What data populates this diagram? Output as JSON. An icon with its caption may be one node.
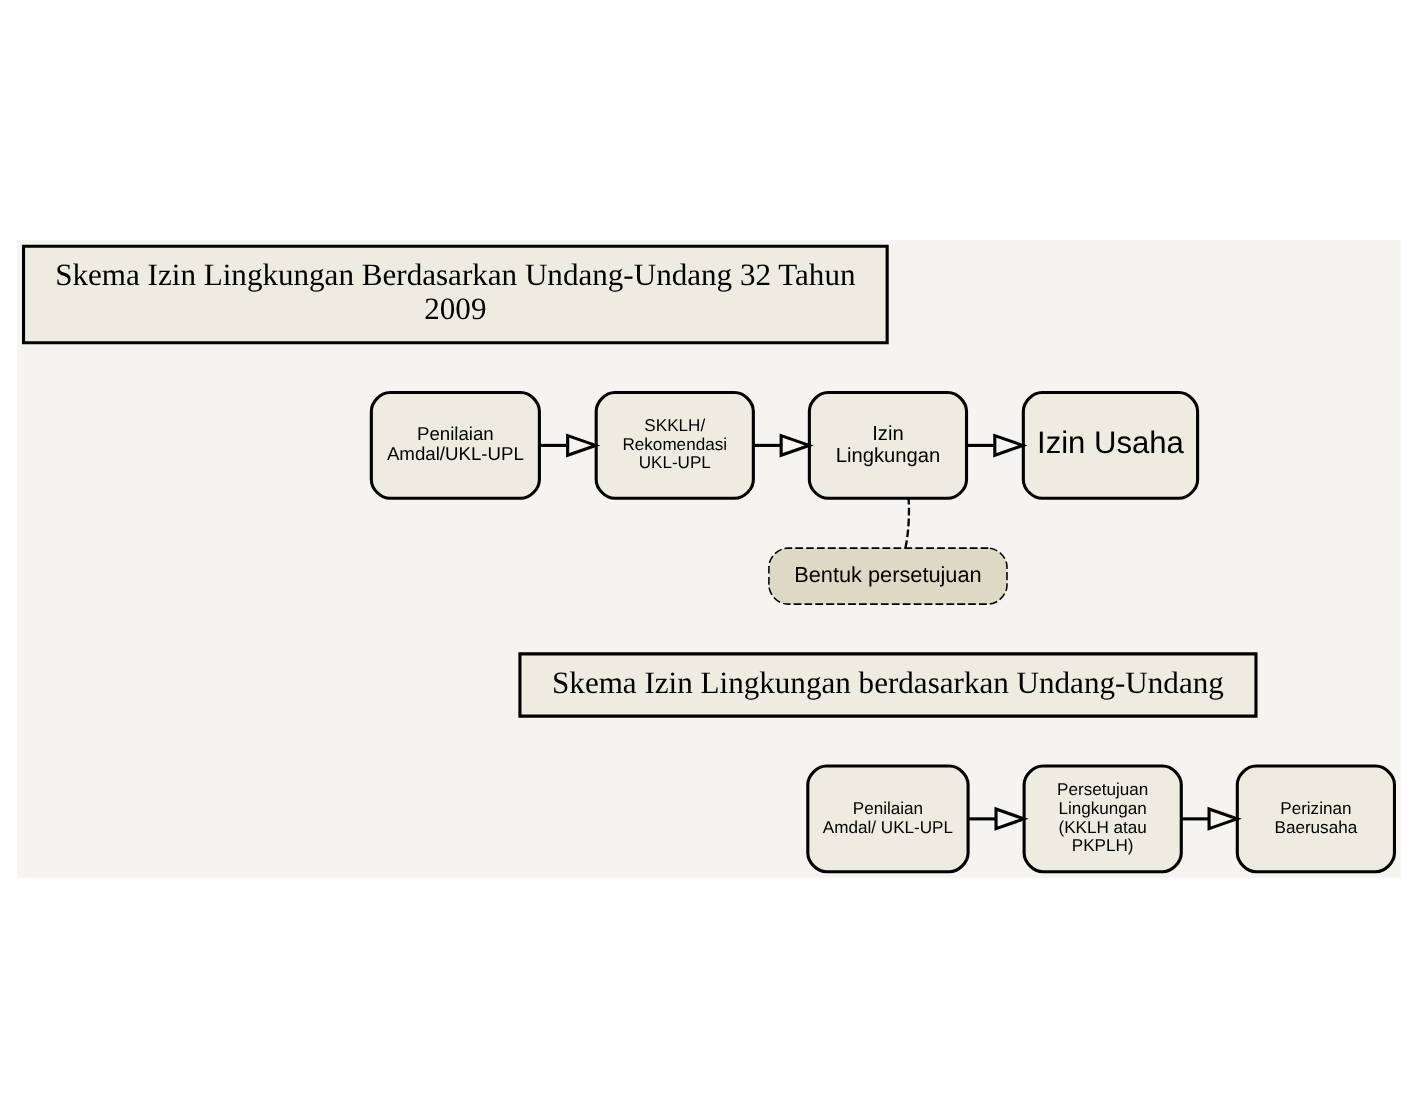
{
  "diagram": {
    "nodes": [
      {
        "text": [
          "Skema Izin Lingkungan Berdasarkan Undang-Undang 32 Tahun 2009"
        ]
      },
      {
        "text": [
          "Penilaian Amdal/UKL-UPL"
        ]
      },
      {
        "text": [
          "SKKLH/ Rekomendasi UKL-UPL"
        ]
      },
      {
        "text": [
          "Izin Lingkungan"
        ]
      },
      {
        "text": [
          "Izin Usaha"
        ]
      },
      {
        "text": [
          "Bentuk persetujuan"
        ]
      },
      {
        "text": [
          "Skema Izin Lingkungan berdasarkan Undang-Undang"
        ]
      },
      {
        "text": [
          "Penilaian Amdal/ UKL-UPL"
        ]
      },
      {
        "text": [
          "Persetujuan Lingkungan (KKLH atau PKPLH)"
        ]
      },
      {
        "text": [
          "Perizinan Baerusaha"
        ]
      }
    ],
    "edges": [
      {
        "from": 1,
        "to": 2,
        "arrow": "to"
      },
      {
        "from": 2,
        "to": 3,
        "arrow": "to"
      },
      {
        "from": 3,
        "to": 4,
        "arrow": "to"
      },
      {
        "from": 5,
        "to": 3,
        "arrow": "none",
        "style": "dashed"
      },
      {
        "from": 7,
        "to": 8,
        "arrow": "to"
      },
      {
        "from": 8,
        "to": 9,
        "arrow": "to"
      }
    ]
  }
}
